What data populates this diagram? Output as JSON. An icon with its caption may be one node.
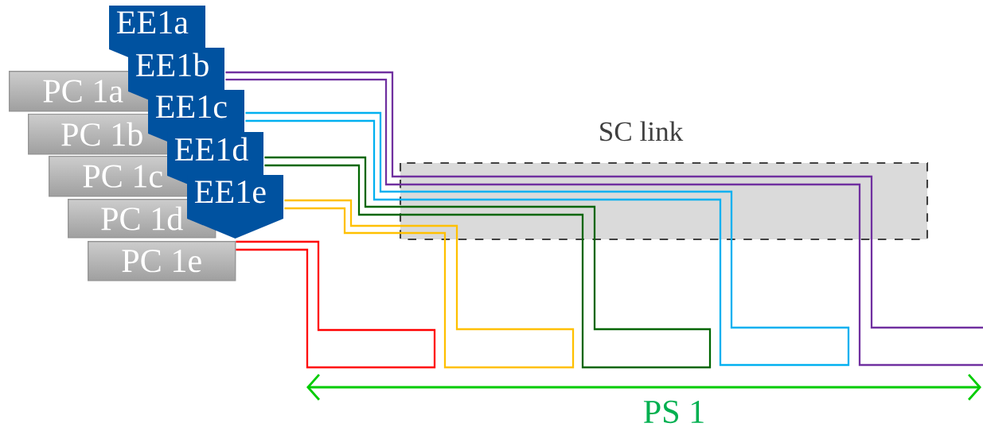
{
  "diagram": {
    "nodes": [
      {
        "text": [
          "PC 1a"
        ]
      },
      {
        "text": [
          "PC 1b"
        ]
      },
      {
        "text": [
          "PC 1c"
        ]
      },
      {
        "text": [
          "PC 1d"
        ]
      },
      {
        "text": [
          "PC 1e"
        ]
      },
      {
        "text": [
          "EE1a"
        ]
      },
      {
        "text": [
          "EE1b"
        ]
      },
      {
        "text": [
          "EE1c"
        ]
      },
      {
        "text": [
          "EE1d"
        ]
      },
      {
        "text": [
          "EE1e"
        ]
      }
    ],
    "edges": [
      {
        "from": 6,
        "to": null,
        "arrow": "none",
        "color": "#7030a0"
      },
      {
        "from": 6,
        "to": null,
        "arrow": "none",
        "color": "#7030a0"
      },
      {
        "from": 7,
        "to": 7,
        "arrow": "none",
        "color": "#00b0f0"
      },
      {
        "from": 8,
        "to": 8,
        "arrow": "none",
        "color": "#006600"
      },
      {
        "from": 9,
        "to": 9,
        "arrow": "none",
        "color": "#ffc000"
      },
      {
        "from": 4,
        "to": 4,
        "arrow": "none",
        "color": "#ff0000"
      }
    ],
    "labels": [
      "SC link",
      "PS 1"
    ]
  }
}
